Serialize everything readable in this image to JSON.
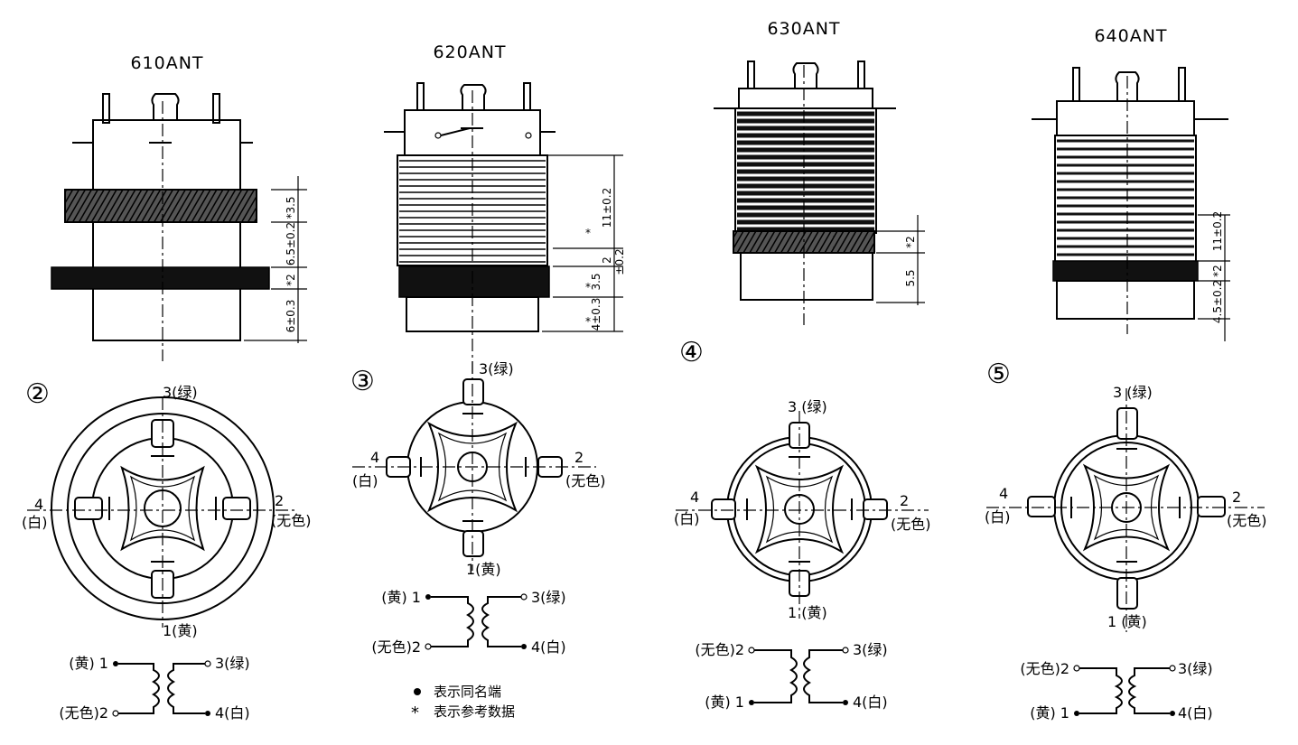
{
  "models": [
    {
      "title": "610ANT",
      "figure_number": "②",
      "pins": {
        "top": "3(绿)",
        "left_num": "4",
        "left_color": "(白)",
        "right_num": "2",
        "right_color": "(无色)",
        "bottom": "1(黄)"
      },
      "schematic": {
        "left_top": "(黄) 1",
        "left_bottom": "(无色)2",
        "right_top": "3(绿)",
        "right_bottom": "4(白)"
      },
      "dims": [
        "*3.5",
        "6.5±0.2",
        "*2",
        "6±0.3"
      ]
    },
    {
      "title": "620ANT",
      "figure_number": "③",
      "pins": {
        "top": "3(绿)",
        "left_num": "4",
        "left_color": "(白)",
        "right_num": "2",
        "right_color": "(无色)",
        "bottom": "1(黄)"
      },
      "schematic": {
        "left_top": "(黄) 1",
        "left_bottom": "(无色)2",
        "right_top": "3(绿)",
        "right_bottom": "4(白)"
      },
      "dims": [
        "11±0.2",
        "*",
        "2",
        "±0.2",
        "3.5",
        "*",
        "4±0.3",
        "*"
      ]
    },
    {
      "title": "630ANT",
      "figure_number": "④",
      "pins": {
        "top": "3 (绿)",
        "left_num": "4",
        "left_color": "(白)",
        "right_num": "2",
        "right_color": "(无色)",
        "bottom": "1 (黄)"
      },
      "schematic": {
        "left_top": "(无色)2",
        "left_bottom": "(黄) 1",
        "right_top": "3(绿)",
        "right_bottom": "4(白)"
      },
      "dims": [
        "*2",
        "5.5"
      ]
    },
    {
      "title": "640ANT",
      "figure_number": "⑤",
      "pins": {
        "top": "3 (绿)",
        "left_num": "4",
        "left_color": "(白)",
        "right_num": "2",
        "right_color": "(无色)",
        "bottom": "1 (黄)"
      },
      "schematic": {
        "left_top": "(无色)2",
        "left_bottom": "(黄) 1",
        "right_top": "3(绿)",
        "right_bottom": "4(白)"
      },
      "dims": [
        "11±0.2",
        "*2",
        "4.5±0.2"
      ]
    }
  ],
  "legend": {
    "dot_text": "表示同名端",
    "star_text": "表示参考数据"
  }
}
